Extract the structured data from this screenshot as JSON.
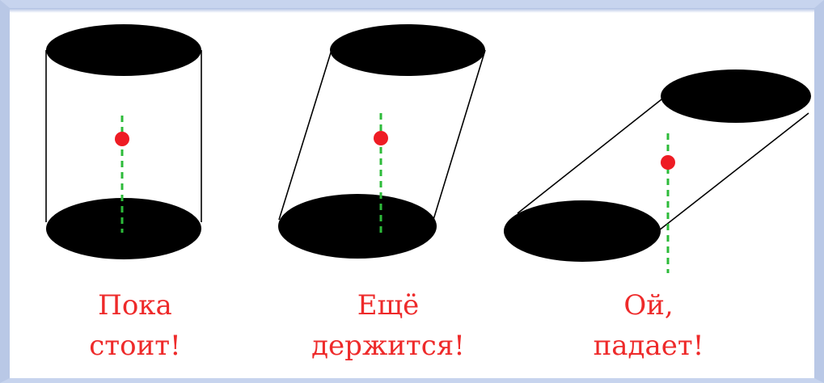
{
  "figure": {
    "cylinders": [
      {
        "state": "upright",
        "caption_line1": "Пока",
        "caption_line2": "стоит!"
      },
      {
        "state": "tilted",
        "caption_line1": "Ещё",
        "caption_line2": "держится!"
      },
      {
        "state": "falling",
        "caption_line1": "Ой,",
        "caption_line2": "падает!"
      }
    ],
    "colors": {
      "base": "#000000",
      "outline": "#000000",
      "center_of_mass": "#ee1c24",
      "plumb_line": "#2dbb3a",
      "caption": "#ee2a2a",
      "frame": "#b9c8e6"
    }
  }
}
